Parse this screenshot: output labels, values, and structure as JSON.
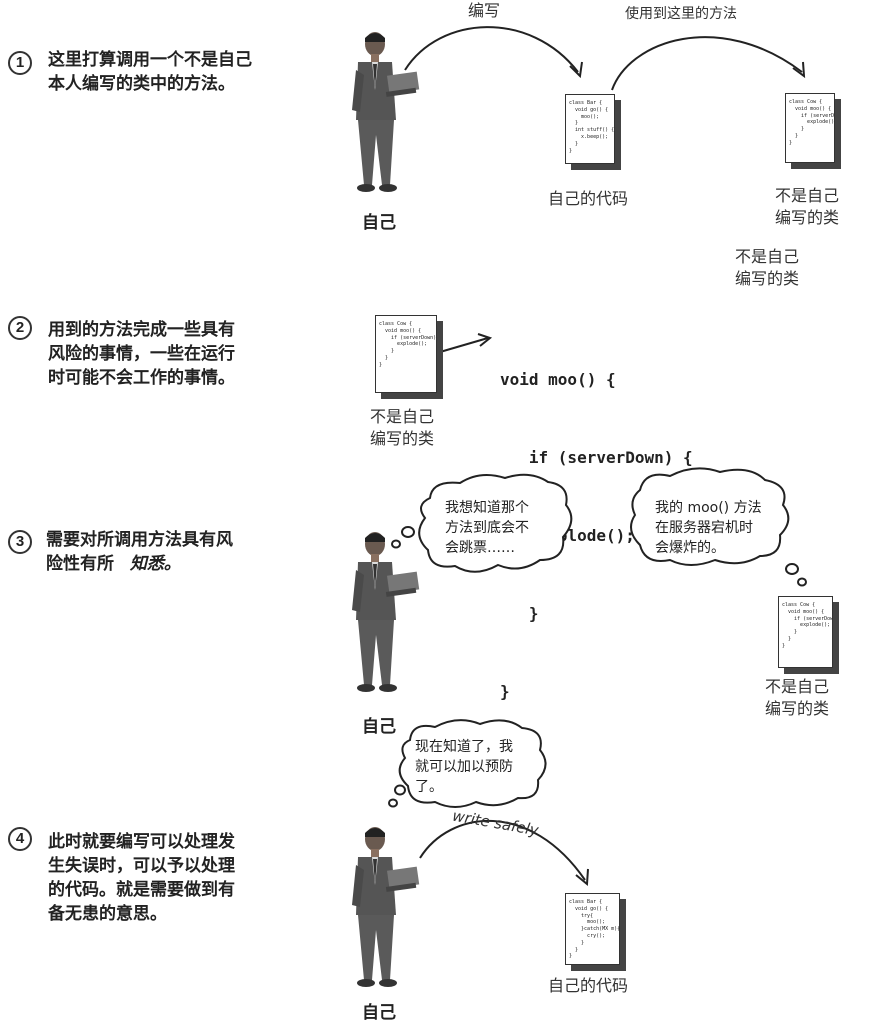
{
  "steps": {
    "s1": {
      "num": "1",
      "text_l1": "这里打算调用一个不是自己",
      "text_l2": "本人编写的类中的方法。"
    },
    "s2": {
      "num": "2",
      "text_l1": "用到的方法完成一些具有",
      "text_l2": "风险的事情，一些在运行",
      "text_l3": "时可能不会工作的事情。"
    },
    "s3": {
      "num": "3",
      "text_l1": "需要对所调用方法具有风",
      "text_l2": "险性有所",
      "text_em": "知悉。"
    },
    "s4": {
      "num": "4",
      "text_l1": "此时就要编写可以处理发",
      "text_l2": "生失误时，可以予以处理",
      "text_l3": "的代码。就是需要做到有",
      "text_l4": "备无患的意思。"
    }
  },
  "labels": {
    "self": "自己",
    "own_code": "自己的代码",
    "other_class_l1": "不是自己",
    "other_class_l2": "编写的类",
    "arrow_write": "编写",
    "arrow_use": "使用到这里的方法",
    "write_safely": "write safely"
  },
  "docs": {
    "bar": "class Bar {\n  void go() {\n    moo();\n  }\n  int stuff() {\n    x.beep();\n  }\n}",
    "cow": "class Cow {\n  void moo() {\n    if (serverDown){\n      explode();\n    }\n  }\n}",
    "bar_safe": "class Bar {\n  void go() {\n    try{\n      moo();\n    }catch(MX m){\n      cry();\n    }\n  }\n}"
  },
  "code": {
    "l1": "void moo() {",
    "l2": "   if (serverDown) {",
    "l3": "    explode();",
    "l4": "   }",
    "l5": "}"
  },
  "bubbles": {
    "wonder_l1": "我想知道那个",
    "wonder_l2": "方法到底会不",
    "wonder_l3": "会跳票……",
    "answer_l1": "我的 moo() 方法",
    "answer_l2": "在服务器宕机时",
    "answer_l3": "会爆炸的。",
    "know_l1": "现在知道了，我",
    "know_l2": "就可以加以预防",
    "know_l3": "了。"
  }
}
